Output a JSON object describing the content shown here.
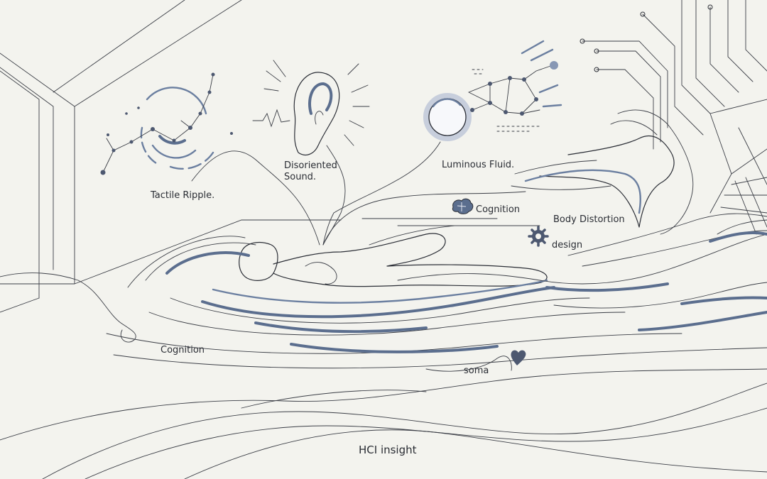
{
  "labels": {
    "tactile": "Tactile Ripple.",
    "sound": "Disoriented\nSound.",
    "fluid": "Luminous Fluid.",
    "cognition_top": "Cognition",
    "body": "Body Distortion",
    "design": "design",
    "cognition_left": "Cognition",
    "soma": "soma",
    "hci": "HCI insight"
  },
  "icons": {
    "ripple": "constellation-ripple-icon",
    "ear": "ear-icon",
    "orb": "glowing-orb-icon",
    "brain": "brain-icon",
    "gear": "gear-icon",
    "heart": "heart-icon",
    "circuit": "circuit-lines-icon",
    "figure": "floating-body-icon"
  },
  "colors": {
    "ink": "#2b2e36",
    "accent": "#5b6e8e",
    "paper": "#f3f3ee"
  }
}
